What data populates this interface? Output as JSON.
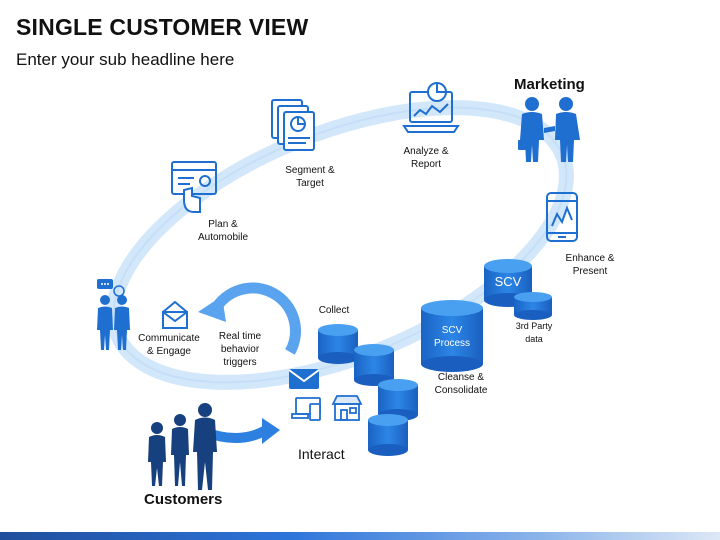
{
  "header": {
    "title": "SINGLE CUSTOMER VIEW",
    "subtitle": "Enter your sub headline here"
  },
  "diagram": {
    "steps": {
      "segment_target": "Segment &\nTarget",
      "analyze_report": "Analyze &\nReport",
      "plan_automobile": "Plan &\nAutomobile",
      "enhance_present": "Enhance &\nPresent",
      "communicate_engage": "Communicate\n& Engage",
      "realtime_triggers": "Real time\nbehavior\ntriggers",
      "collect": "Collect",
      "cleanse_consolidate": "Cleanse &\nConsolidate",
      "third_party_data": "3rd Party\ndata",
      "interact": "Interact"
    },
    "cylinders": {
      "scv_process": "SCV\nProcess",
      "scv": "SCV"
    },
    "groups": {
      "marketing": "Marketing",
      "customers": "Customers"
    }
  },
  "colors": {
    "primary_blue": "#1f6fd1",
    "ring_light_blue": "#cfe4fa",
    "dark_blue": "#1b4c9e"
  }
}
